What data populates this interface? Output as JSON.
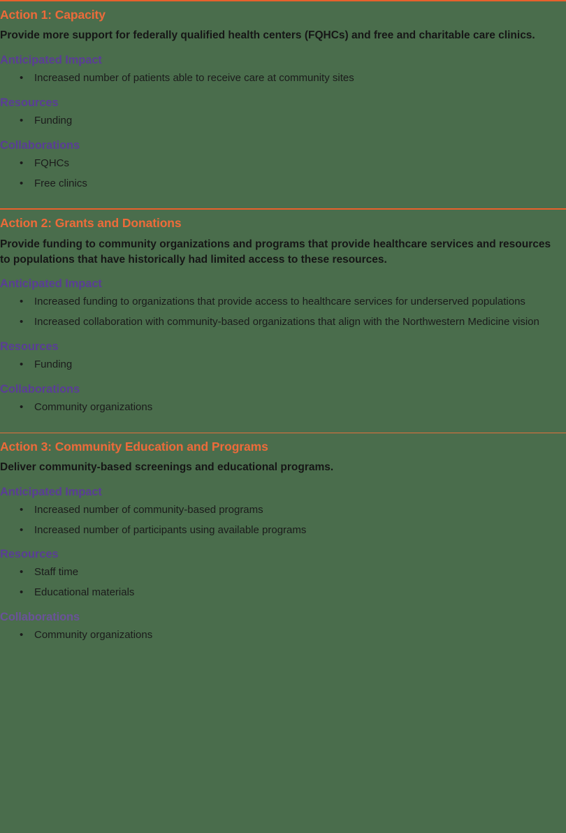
{
  "theme": {
    "background": "#4a6d4c",
    "divider": "#e8612c",
    "action_title": "#ed6b3a",
    "sub_head": "#5a3d96",
    "body_text": "#161616",
    "bullet_text": "#1b1b1b"
  },
  "labels": {
    "anticipated_impact": "Anticipated Impact",
    "resources": "Resources",
    "collaborations": "Collaborations"
  },
  "sections": [
    {
      "title": "Action 1: Capacity",
      "description": "Provide more support for federally qualified health centers (FQHCs) and free and charitable care clinics.",
      "anticipated_impact": [
        "Increased number of patients able to receive care at community sites"
      ],
      "resources": [
        "Funding"
      ],
      "collaborations": [
        "FQHCs",
        "Free clinics"
      ]
    },
    {
      "title": "Action 2: Grants and Donations",
      "description": "Provide funding to community organizations and programs that provide healthcare services and resources to populations that have historically had limited access to these resources.",
      "anticipated_impact": [
        "Increased funding to organizations that provide access to healthcare services for underserved populations",
        "Increased collaboration with community-based organizations that align with the Northwestern Medicine vision"
      ],
      "resources": [
        "Funding"
      ],
      "collaborations": [
        "Community organizations"
      ]
    },
    {
      "title": "Action 3: Community Education and Programs",
      "description": "Deliver community-based screenings and educational programs.",
      "anticipated_impact": [
        "Increased number of community-based programs",
        "Increased number of participants using available programs"
      ],
      "resources": [
        "Staff time",
        "Educational materials"
      ],
      "collaborations": [
        "Community organizations"
      ]
    }
  ]
}
